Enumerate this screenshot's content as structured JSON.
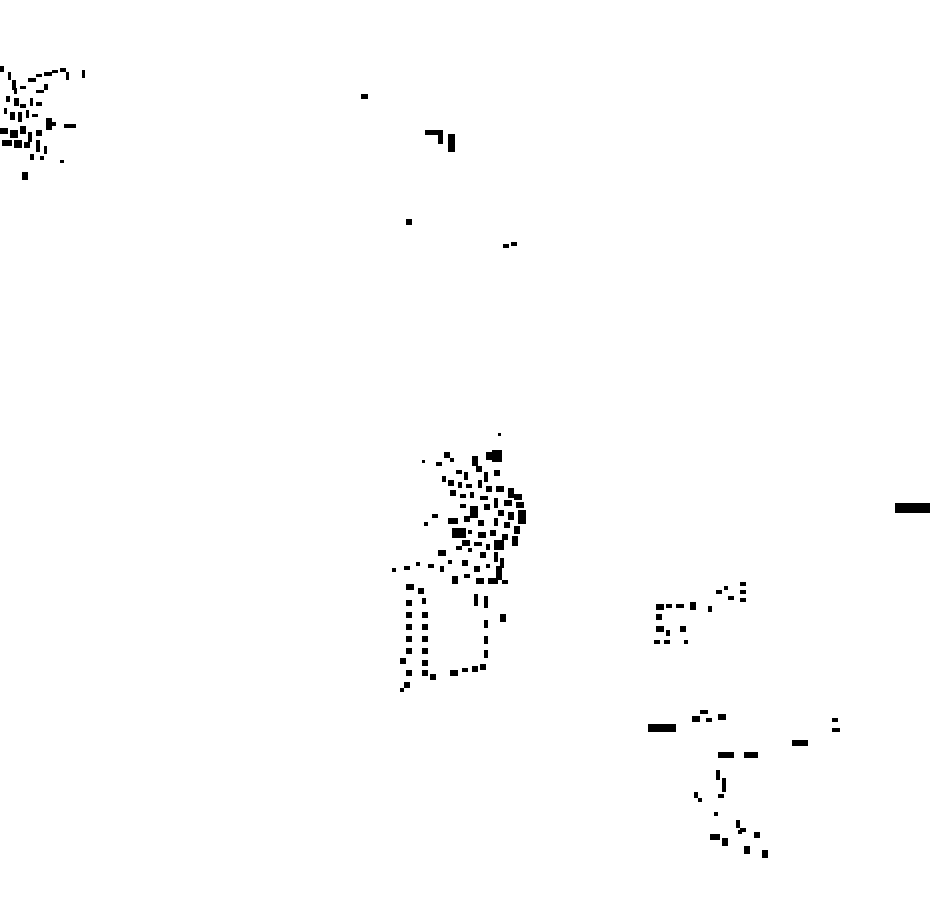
{
  "map": {
    "background_color": "#ffffff",
    "building_color": "#000000",
    "clusters": [
      "northwest-settlement",
      "north-center-buildings",
      "central-village",
      "east-building",
      "southeast-settlement"
    ]
  }
}
